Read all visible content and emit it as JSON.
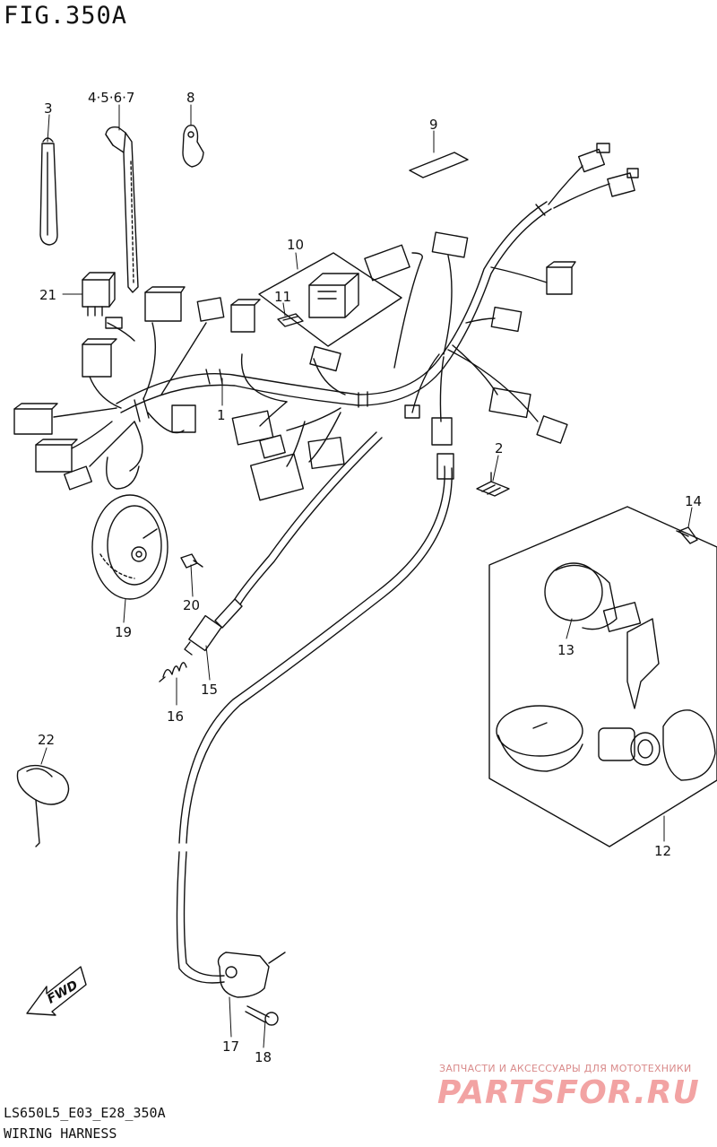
{
  "figure": {
    "title": "FIG.350A",
    "code": "LS650L5_E03_E28_350A",
    "name": "WIRING HARNESS"
  },
  "watermark": {
    "subtitle": "ЗАПЧАСТИ И АКСЕССУАРЫ ДЛЯ МОТОТЕХНИКИ",
    "logo": "PARTSFOR.RU"
  },
  "fwd_arrow": {
    "label": "FWD"
  },
  "callouts": [
    {
      "id": "1",
      "label": "1"
    },
    {
      "id": "2",
      "label": "2"
    },
    {
      "id": "3",
      "label": "3"
    },
    {
      "id": "4-7",
      "label": "4·5·6·7"
    },
    {
      "id": "8",
      "label": "8"
    },
    {
      "id": "9",
      "label": "9"
    },
    {
      "id": "10",
      "label": "10"
    },
    {
      "id": "11",
      "label": "11"
    },
    {
      "id": "12",
      "label": "12"
    },
    {
      "id": "13",
      "label": "13"
    },
    {
      "id": "14",
      "label": "14"
    },
    {
      "id": "15",
      "label": "15"
    },
    {
      "id": "16",
      "label": "16"
    },
    {
      "id": "17",
      "label": "17"
    },
    {
      "id": "18",
      "label": "18"
    },
    {
      "id": "19",
      "label": "19"
    },
    {
      "id": "20",
      "label": "20"
    },
    {
      "id": "21",
      "label": "21"
    },
    {
      "id": "22",
      "label": "22"
    }
  ]
}
